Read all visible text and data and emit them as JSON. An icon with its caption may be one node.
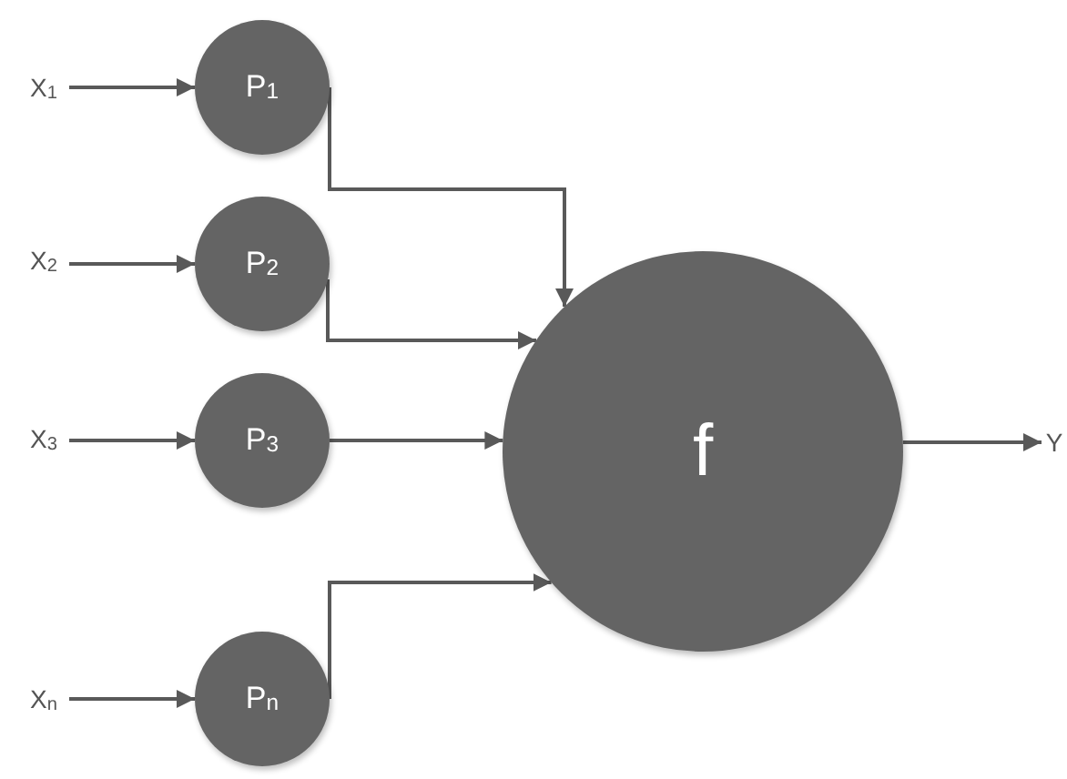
{
  "diagram": {
    "nodes": [
      {
        "text": [
          "X$_{1}$"
        ]
      },
      {
        "text": [
          "P$_{1}$"
        ]
      },
      {
        "text": [
          "X$_{2}$"
        ]
      },
      {
        "text": [
          "P$_{2}$"
        ]
      },
      {
        "text": [
          "X$_{3}$"
        ]
      },
      {
        "text": [
          "P$_{3}$"
        ]
      },
      {
        "text": [
          "X$_{n}$"
        ]
      },
      {
        "text": [
          "P$_{n}$"
        ]
      },
      {
        "text": [
          "f"
        ]
      },
      {
        "text": [
          "Y"
        ]
      }
    ],
    "edges": [
      {
        "from": 0,
        "to": 1,
        "arrow": "to"
      },
      {
        "from": 2,
        "to": 3,
        "arrow": "to"
      },
      {
        "from": 4,
        "to": 5,
        "arrow": "to"
      },
      {
        "from": 6,
        "to": 7,
        "arrow": "to"
      },
      {
        "from": 1,
        "to": 8,
        "arrow": "to"
      },
      {
        "from": 3,
        "to": 8,
        "arrow": "to"
      },
      {
        "from": 5,
        "to": 8,
        "arrow": "to"
      },
      {
        "from": 7,
        "to": 8,
        "arrow": "to"
      },
      {
        "from": 8,
        "to": 9,
        "arrow": "to"
      }
    ]
  }
}
